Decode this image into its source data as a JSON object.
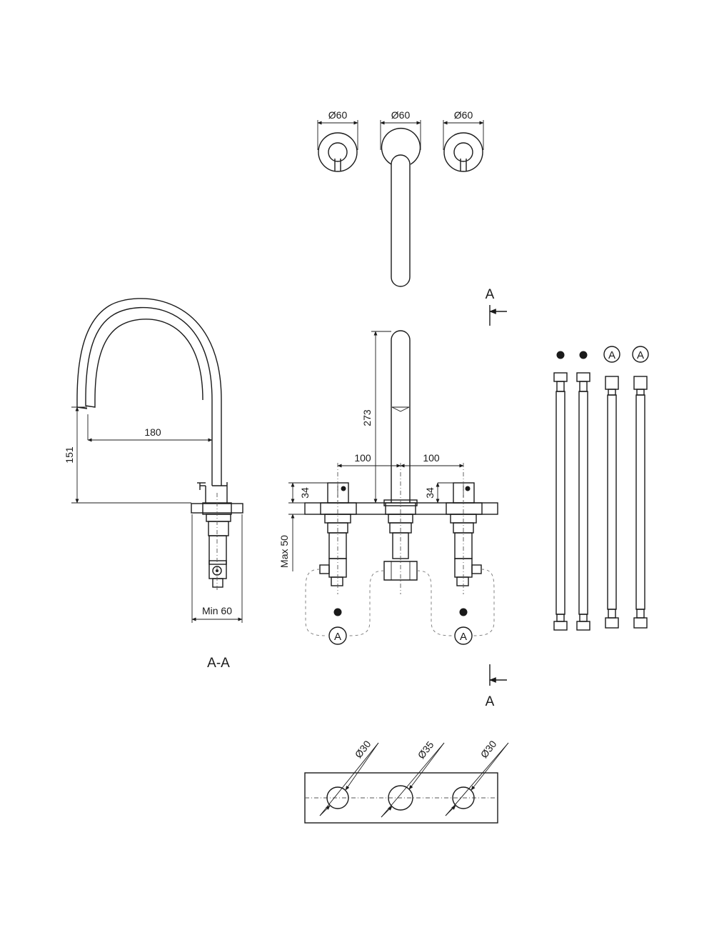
{
  "top_view": {
    "dia_left": "Ø60",
    "dia_center": "Ø60",
    "dia_right": "Ø60"
  },
  "section_markers": {
    "top": "A",
    "bottom": "A"
  },
  "side_view": {
    "reach": "180",
    "height": "151",
    "min_deck": "Min 60",
    "section_label": "A-A"
  },
  "front_view": {
    "spout_height": "273",
    "spacing_left": "100",
    "spacing_right": "100",
    "handle_left": "34",
    "handle_right": "34",
    "max_deck": "Max 50",
    "conn_left": "A",
    "conn_right": "A"
  },
  "hoses": {
    "labels": [
      "A",
      "A"
    ]
  },
  "cutout": {
    "hole_left": "Ø30",
    "hole_center": "Ø35",
    "hole_right": "Ø30"
  }
}
